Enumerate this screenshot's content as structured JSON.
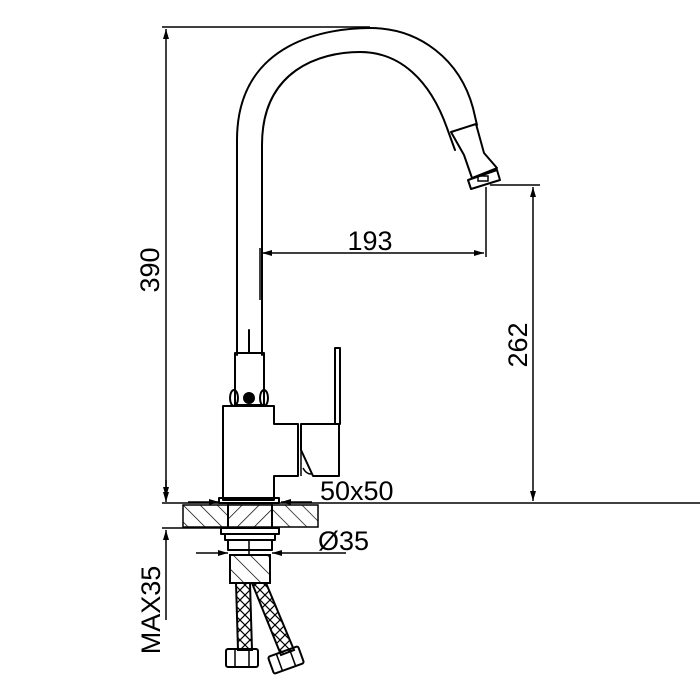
{
  "drawing": {
    "subject": "Kitchen faucet dimension drawing",
    "units": "mm",
    "dimensions": {
      "total_height": "390",
      "spout_reach": "193",
      "spout_height": "262",
      "base_size": "50x50",
      "shank_diameter": "Ø35",
      "max_counter_thickness": "MAX35"
    }
  }
}
